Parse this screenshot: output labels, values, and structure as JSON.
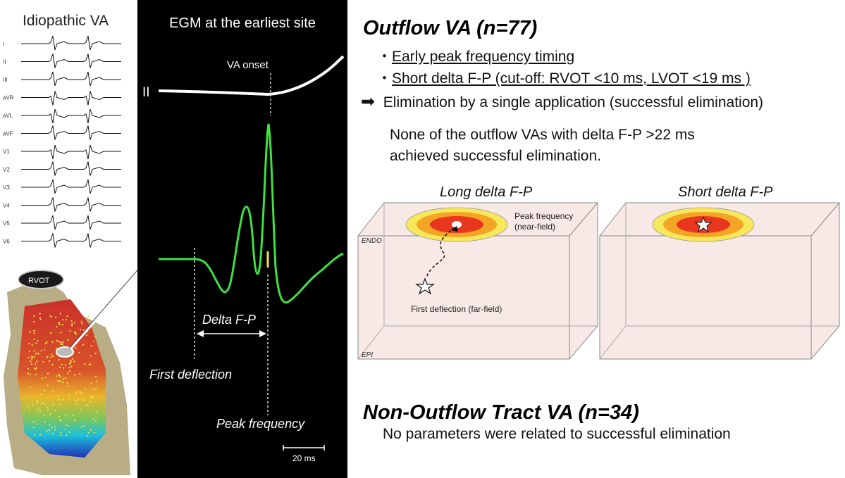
{
  "ecg": {
    "title": "Idiopathic VA",
    "leads": [
      "I",
      "II",
      "III",
      "aVR",
      "aVL",
      "aVF",
      "V1",
      "V2",
      "V3",
      "V4",
      "V5",
      "V6"
    ]
  },
  "map": {
    "label": "RVOT"
  },
  "egm": {
    "title": "EGM at the earliest site",
    "lead_label": "II",
    "va_onset": "VA onset",
    "delta": "Delta F-P",
    "first_deflection": "First deflection",
    "peak_frequency": "Peak frequency",
    "scale": "20 ms"
  },
  "outflow": {
    "title": "Outflow VA (n=77)",
    "bullet1": "Early peak frequency timing",
    "bullet2": "Short delta F-P (cut-off: RVOT <10 ms, LVOT <19 ms )",
    "result": "Elimination by a single application (successful elimination)",
    "note1": "None of the outflow VAs with delta F-P >22 ms",
    "note2": "achieved successful elimination."
  },
  "boxes": {
    "long": {
      "title": "Long delta F-P",
      "peak1": "Peak frequency",
      "peak2": "(near-field)",
      "first": "First deflection (far-field)",
      "endo": "ENDO",
      "epi": "EPI"
    },
    "short": {
      "title": "Short delta F-P"
    }
  },
  "nonoutflow": {
    "title": "Non-Outflow Tract VA (n=34)",
    "text": "No parameters were related to successful elimination"
  },
  "colors": {
    "egm_trace": "#3fe03f",
    "ring_yellow": "#f7e75a",
    "ring_orange": "#f4a526",
    "ring_red": "#e8361f",
    "box_fill": "#f7e9e5"
  }
}
